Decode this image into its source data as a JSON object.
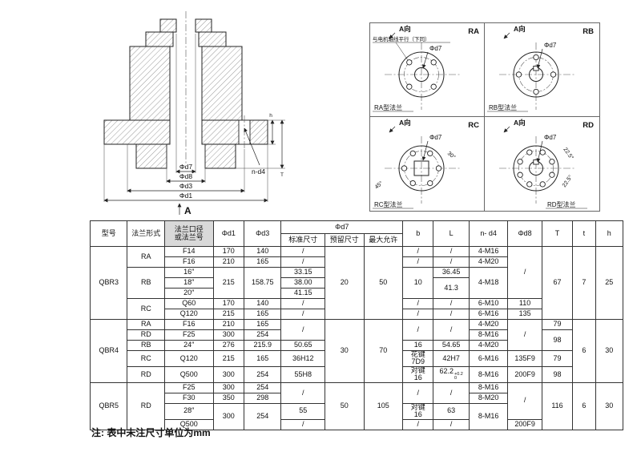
{
  "section_view": {
    "label_d7": "Φd7",
    "label_d8": "Φd8",
    "label_d3": "Φd3",
    "label_d1": "Φd1",
    "label_bolt": "n-d4",
    "label_view": "A",
    "label_T": "T",
    "label_h": "h"
  },
  "flange_views": {
    "ra": {
      "corner": "RA",
      "view_label": "A向",
      "note": "与电机轴线平行（下同）",
      "dim_label": "Φd7",
      "caption": "RA型法兰",
      "holes": 4
    },
    "rb": {
      "corner": "RB",
      "view_label": "A向",
      "dim_label": "Φd7",
      "caption": "RB型法兰",
      "holes": 4
    },
    "rc": {
      "corner": "RC",
      "view_label": "A向",
      "dim_label": "Φd7",
      "caption": "RC型法兰",
      "holes": 6,
      "angle_labels": [
        "30°",
        "45°"
      ]
    },
    "rd": {
      "corner": "RD",
      "view_label": "A向",
      "dim_label": "Φd7",
      "caption": "RD型法兰",
      "holes": 8,
      "angle_labels": [
        "22.5°",
        "22.5°"
      ]
    }
  },
  "table": {
    "header": [
      [
        {
          "t": "型号",
          "rs": 2
        },
        {
          "t": "法兰形式",
          "rs": 2
        },
        {
          "t": "法兰口径\n或法兰号",
          "rs": 2,
          "shade": true
        },
        {
          "t": "Φd1",
          "rs": 2
        },
        {
          "t": "Φd3",
          "rs": 2
        },
        {
          "t": "Φd7",
          "cs": 3
        },
        {
          "t": "b",
          "rs": 2
        },
        {
          "t": "L",
          "rs": 2
        },
        {
          "t": "n- d4",
          "rs": 2
        },
        {
          "t": "Φd8",
          "rs": 2
        },
        {
          "t": "T",
          "rs": 2
        },
        {
          "t": "t",
          "rs": 2
        },
        {
          "t": "h",
          "rs": 2
        }
      ],
      [
        {
          "t": "标准尺寸"
        },
        {
          "t": "预留尺寸"
        },
        {
          "t": "最大允许"
        }
      ]
    ],
    "rows": [
      [
        {
          "t": "QBR3",
          "rs": 7
        },
        {
          "t": "RA",
          "rs": 2
        },
        {
          "t": "F14"
        },
        {
          "t": "170"
        },
        {
          "t": "140"
        },
        {
          "t": "/"
        },
        {
          "t": "20",
          "rs": 7
        },
        {
          "t": "50",
          "rs": 7
        },
        {
          "t": "/"
        },
        {
          "t": "/"
        },
        {
          "t": "4-M16"
        },
        {
          "t": "/",
          "rs": 5
        },
        {
          "t": "67",
          "rs": 7
        },
        {
          "t": "7",
          "rs": 7
        },
        {
          "t": "25",
          "rs": 7
        }
      ],
      [
        {
          "t": "F16"
        },
        {
          "t": "210"
        },
        {
          "t": "165"
        },
        {
          "t": "/"
        },
        {
          "t": "/"
        },
        {
          "t": "/"
        },
        {
          "t": "4-M20"
        }
      ],
      [
        {
          "t": "RB",
          "rs": 3
        },
        {
          "t": "16″"
        },
        {
          "t": "215",
          "rs": 3
        },
        {
          "t": "158.75",
          "rs": 3
        },
        {
          "t": "33.15"
        },
        {
          "t": "10",
          "rs": 3
        },
        {
          "t": "36.45"
        },
        {
          "t": "4-M18",
          "rs": 3
        }
      ],
      [
        {
          "t": "18″"
        },
        {
          "t": "38.00"
        },
        {
          "t": "41.3",
          "rs": 2
        }
      ],
      [
        {
          "t": "20″"
        },
        {
          "t": "41.15"
        }
      ],
      [
        {
          "t": "RC",
          "rs": 2
        },
        {
          "t": "Q60"
        },
        {
          "t": "170"
        },
        {
          "t": "140"
        },
        {
          "t": "/"
        },
        {
          "t": "/"
        },
        {
          "t": "/"
        },
        {
          "t": "6-M10"
        },
        {
          "t": "110"
        }
      ],
      [
        {
          "t": "Q120"
        },
        {
          "t": "215"
        },
        {
          "t": "165"
        },
        {
          "t": "/"
        },
        {
          "t": "/"
        },
        {
          "t": "/"
        },
        {
          "t": "6-M16"
        },
        {
          "t": "135"
        }
      ],
      [
        {
          "t": "QBR4",
          "rs": 5
        },
        {
          "t": "RA"
        },
        {
          "t": "F16"
        },
        {
          "t": "210"
        },
        {
          "t": "165"
        },
        {
          "t": "/",
          "rs": 2
        },
        {
          "t": "30",
          "rs": 5
        },
        {
          "t": "70",
          "rs": 5
        },
        {
          "t": "/",
          "rs": 2
        },
        {
          "t": "/",
          "rs": 2
        },
        {
          "t": "4-M20"
        },
        {
          "t": "/",
          "rs": 3
        },
        {
          "t": "79"
        },
        {
          "t": "6",
          "rs": 5
        },
        {
          "t": "30",
          "rs": 5
        }
      ],
      [
        {
          "t": "RD"
        },
        {
          "t": "F25"
        },
        {
          "t": "300"
        },
        {
          "t": "254"
        },
        {
          "t": "8-M16"
        },
        {
          "t": "98",
          "rs": 2
        }
      ],
      [
        {
          "t": "RB"
        },
        {
          "t": "24″"
        },
        {
          "t": "276"
        },
        {
          "t": "215.9"
        },
        {
          "t": "50.65"
        },
        {
          "t": "16"
        },
        {
          "t": "54.65"
        },
        {
          "t": "4-M20"
        }
      ],
      [
        {
          "t": "RC"
        },
        {
          "t": "Q120"
        },
        {
          "t": "215"
        },
        {
          "t": "165"
        },
        {
          "t": "36H12"
        },
        {
          "t": "花键\n7D9"
        },
        {
          "t": "42H7"
        },
        {
          "t": "6-M16"
        },
        {
          "t": "135F9"
        },
        {
          "t": "79"
        }
      ],
      [
        {
          "t": "RD"
        },
        {
          "t": "Q500"
        },
        {
          "t": "300"
        },
        {
          "t": "254"
        },
        {
          "t": "55H8"
        },
        {
          "t": "对键\n16"
        },
        {
          "t": "62.2",
          "tol": [
            "+0.2",
            "0"
          ]
        },
        {
          "t": "8-M16"
        },
        {
          "t": "200F9"
        },
        {
          "t": "98"
        }
      ],
      [
        {
          "t": "QBR5",
          "rs": 4
        },
        {
          "t": "RD",
          "rs": 4
        },
        {
          "t": "F25"
        },
        {
          "t": "300"
        },
        {
          "t": "254"
        },
        {
          "t": "/",
          "rs": 2
        },
        {
          "t": "50",
          "rs": 4
        },
        {
          "t": "105",
          "rs": 4
        },
        {
          "t": "/",
          "rs": 2
        },
        {
          "t": "/",
          "rs": 2
        },
        {
          "t": "8-M16"
        },
        {
          "t": "/",
          "rs": 3
        },
        {
          "t": "116",
          "rs": 4
        },
        {
          "t": "6",
          "rs": 4
        },
        {
          "t": "30",
          "rs": 4
        }
      ],
      [
        {
          "t": "F30"
        },
        {
          "t": "350"
        },
        {
          "t": "298"
        },
        {
          "t": "8-M20"
        }
      ],
      [
        {
          "t": "28″"
        },
        {
          "t": "300",
          "rs": 2
        },
        {
          "t": "254",
          "rs": 2
        },
        {
          "t": "55"
        },
        {
          "t": "对键\n16"
        },
        {
          "t": "63"
        },
        {
          "t": "8-M16",
          "rs": 2
        }
      ],
      [
        {
          "t": "Q500"
        },
        {
          "t": "/"
        },
        {
          "t": "/"
        },
        {
          "t": "/"
        },
        {
          "t": "200F9"
        }
      ]
    ]
  },
  "note": "注: 表中未注尺寸单位为mm"
}
